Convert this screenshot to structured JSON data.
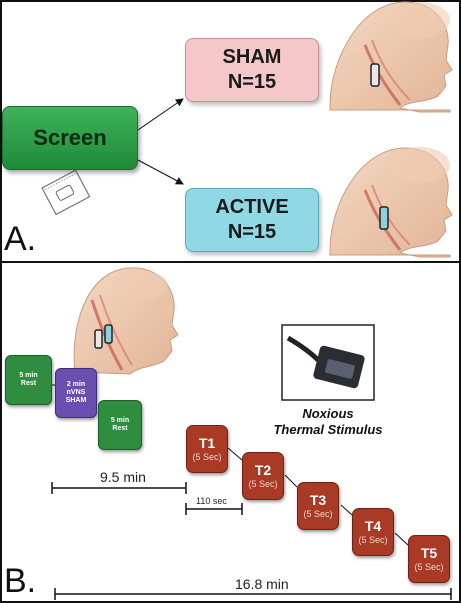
{
  "panel_a": {
    "letter": "A.",
    "screen_label": "Screen",
    "sham": {
      "line1": "SHAM",
      "line2": "N=15"
    },
    "active": {
      "line1": "ACTIVE",
      "line2": "N=15"
    }
  },
  "panel_b": {
    "letter": "B.",
    "blocks": [
      {
        "line1": "5 min",
        "line2": "Rest",
        "line3": ""
      },
      {
        "line1": "2 min",
        "line2": "nVNS",
        "line3": "SHAM"
      },
      {
        "line1": "5 min",
        "line2": "Rest",
        "line3": ""
      }
    ],
    "trials": [
      {
        "label": "T1",
        "duration": "(5 Sec)"
      },
      {
        "label": "T2",
        "duration": "(5 Sec)"
      },
      {
        "label": "T3",
        "duration": "(5 Sec)"
      },
      {
        "label": "T4",
        "duration": "(5 Sec)"
      },
      {
        "label": "T5",
        "duration": "(5 Sec)"
      }
    ],
    "stimulus_label_line1": "Noxious",
    "stimulus_label_line2": "Thermal Stimulus",
    "pre_duration": "9.5 min",
    "interval": "110 sec",
    "total_duration": "16.8 min"
  },
  "colors": {
    "screen": "#2e9e4a",
    "sham": "#f4c7c8",
    "active": "#8fd8e4",
    "rest": "#2e8d3e",
    "nvns_sham": "#6a4fb0",
    "trial": "#a83a26"
  }
}
